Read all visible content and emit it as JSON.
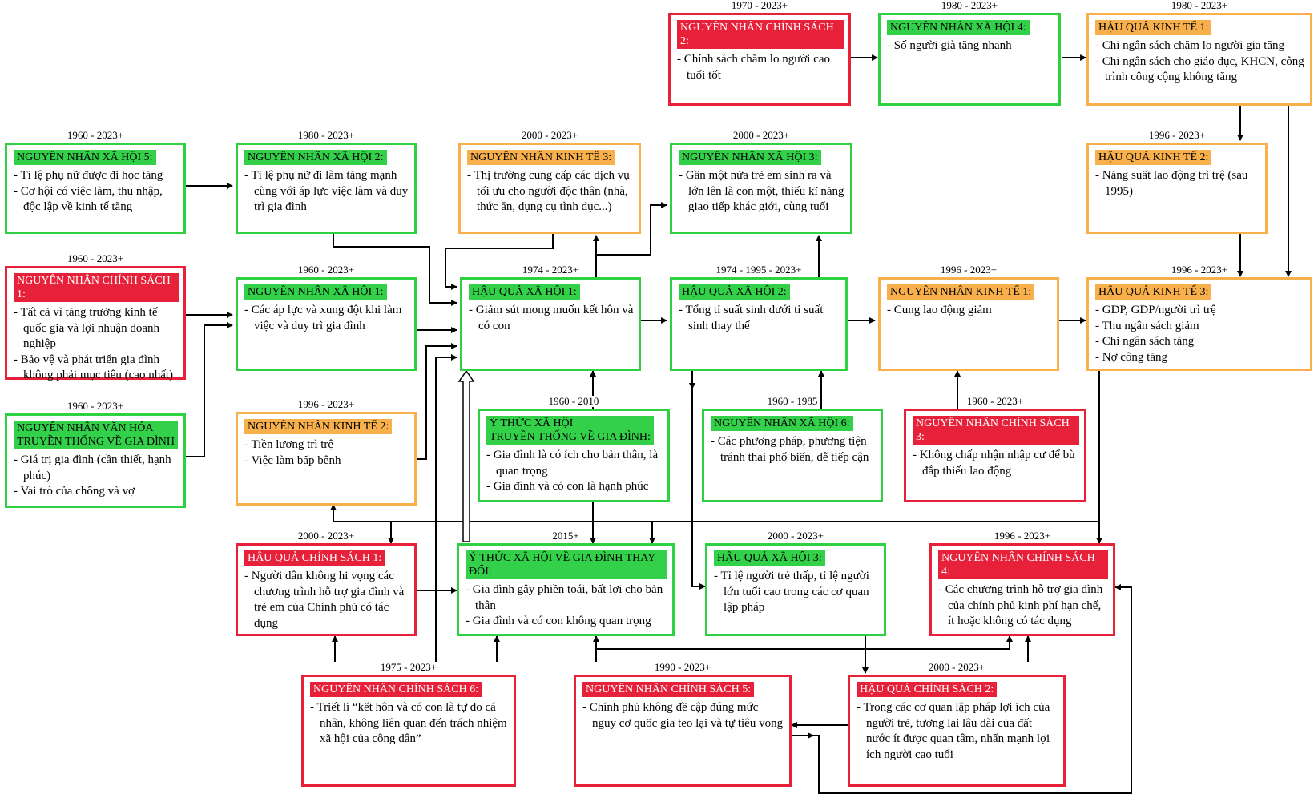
{
  "boxes": [
    {
      "id": "cs2",
      "color": "red",
      "year": "1970 - 2023+",
      "title": "NGUYÊN NHÂN CHÍNH SÁCH 2:",
      "items": [
        "Chính sách chăm lo người cao tuổi tốt"
      ]
    },
    {
      "id": "xh4",
      "color": "green",
      "year": "1980 - 2023+",
      "title": "NGUYÊN NHÂN XÃ HỘI 4:",
      "items": [
        "Số người già tăng nhanh"
      ]
    },
    {
      "id": "kt1h",
      "color": "orange",
      "year": "1980 - 2023+",
      "title": "HẬU QUẢ KINH TẾ 1:",
      "items": [
        "Chi ngân sách chăm lo người gia tăng",
        "Chi ngân sách cho giáo dục, KHCN, công trình công cộng không tăng"
      ]
    },
    {
      "id": "xh5",
      "color": "green",
      "year": "1960 - 2023+",
      "title": "NGUYÊN NHÂN XÃ HỘI 5:",
      "items": [
        "Tỉ lệ phụ nữ được đi học tăng",
        "Cơ hội có việc làm, thu nhập, độc lập về kinh tế tăng"
      ]
    },
    {
      "id": "xh2",
      "color": "green",
      "year": "1980 - 2023+",
      "title": "NGUYÊN NHÂN XÃ HỘI 2:",
      "items": [
        "Tỉ lệ phụ nữ đi làm tăng mạnh cùng với áp lực việc làm và duy trì gia đình"
      ]
    },
    {
      "id": "kt3",
      "color": "orange",
      "year": "2000 - 2023+",
      "title": "NGUYÊN NHÂN KINH TẾ 3:",
      "items": [
        "Thị trường cung cấp các dịch vụ tối ưu cho người độc thân (nhà, thức ăn, dụng cụ tình dục...)"
      ]
    },
    {
      "id": "xh3",
      "color": "green",
      "year": "2000 - 2023+",
      "title": "NGUYÊN NHÂN XÃ HỘI 3:",
      "items": [
        "Gần một nửa trẻ em sinh ra và lớn lên là con một, thiếu kĩ năng giao tiếp khác giới, cùng tuổi"
      ]
    },
    {
      "id": "kt2h",
      "color": "orange",
      "year": "1996 - 2023+",
      "title": "HẬU QUẢ KINH TẾ 2:",
      "items": [
        "Năng suất lao động trì trệ (sau 1995)"
      ]
    },
    {
      "id": "cs1",
      "color": "red",
      "year": "1960 - 2023+",
      "title": "NGUYÊN NHÂN CHÍNH SÁCH 1:",
      "items": [
        "Tất cả vì tăng trưởng kinh tế quốc gia và lợi nhuận doanh nghiệp",
        "Bảo vệ và phát triển gia đình không phải mục tiêu (cao nhất)"
      ]
    },
    {
      "id": "xh1",
      "color": "green",
      "year": "1960 - 2023+",
      "title": "NGUYÊN NHÂN XÃ HỘI 1:",
      "items": [
        "Các áp lực và xung đột khi làm việc và duy trì gia đình"
      ]
    },
    {
      "id": "hq_xh1",
      "color": "green",
      "year": "1974 - 2023+",
      "title": "HẬU QUẢ XÃ HỘI 1:",
      "items": [
        "Giảm sút mong muốn kết hôn và có con"
      ]
    },
    {
      "id": "hq_xh2",
      "color": "green",
      "year": "1974 - 1995 - 2023+",
      "title": "HẬU QUẢ XÃ HỘI 2:",
      "items": [
        "Tổng tỉ suất sinh dưới tỉ suất sinh thay thế"
      ]
    },
    {
      "id": "kt1",
      "color": "orange",
      "year": "1996 - 2023+",
      "title": "NGUYÊN NHÂN KINH TẾ 1:",
      "items": [
        "Cung lao động giảm"
      ]
    },
    {
      "id": "kt3h",
      "color": "orange",
      "year": "1996 - 2023+",
      "title": "HẬU QUẢ KINH TẾ 3:",
      "items": [
        "GDP, GDP/người trì trệ",
        "Thu ngân sách giảm",
        "Chi ngân sách tăng",
        "Nợ công tăng"
      ]
    },
    {
      "id": "vh",
      "color": "green",
      "year": "1960 - 2023+",
      "title": "NGUYÊN NHÂN VĂN HÓA\nTRUYỀN THỐNG VỀ GIA ĐÌNH",
      "items": [
        "Giá trị gia đình (cần thiết, hạnh phúc)",
        "Vai trò của chồng và vợ"
      ]
    },
    {
      "id": "kt2",
      "color": "orange",
      "year": "1996 - 2023+",
      "title": "NGUYÊN NHÂN KINH TẾ 2:",
      "items": [
        "Tiền lương trì trệ",
        "Việc làm bấp bênh"
      ]
    },
    {
      "id": "ythuc",
      "color": "green",
      "year": "1960 - 2010",
      "title": "Ý THỨC XÃ HỘI\nTRUYỀN THỐNG VỀ GIA ĐÌNH:",
      "items": [
        "Gia đình là có ích cho bản thân, là quan trọng",
        "Gia đình và có con là hạnh phúc"
      ]
    },
    {
      "id": "xh6",
      "color": "green",
      "year": "1960 - 1985",
      "title": "NGUYÊN NHÂN XÃ HỘI 6:",
      "items": [
        "Các phương pháp, phương tiện tránh thai phổ biến, dễ tiếp cận"
      ]
    },
    {
      "id": "cs3",
      "color": "red",
      "year": "1960 - 2023+",
      "title": "NGUYÊN NHÂN CHÍNH SÁCH 3:",
      "items": [
        "Không chấp nhận nhập cư để bù đắp thiếu lao động"
      ]
    },
    {
      "id": "hq_cs1",
      "color": "red",
      "year": "2000 - 2023+",
      "title": "HẬU QUẢ CHÍNH SÁCH 1:",
      "items": [
        "Người dân không hi vọng các chương trình hỗ trợ gia đình và trẻ em của Chính phủ có tác dụng"
      ]
    },
    {
      "id": "ythuc2",
      "color": "green",
      "year": "2015+",
      "title": "Ý THỨC XÃ HỘI VỀ GIA ĐÌNH THAY ĐỔI:",
      "items": [
        "Gia đình gây phiền toái, bất lợi cho bản thân",
        "Gia đình và có con không quan trọng"
      ]
    },
    {
      "id": "hq_xh3",
      "color": "green",
      "year": "2000 - 2023+",
      "title": "HẬU QUẢ XÃ HỘI 3:",
      "items": [
        "Tỉ lệ người trẻ thấp, tỉ lệ người lớn tuổi cao trong các cơ quan lập pháp"
      ]
    },
    {
      "id": "cs4",
      "color": "red",
      "year": "1996 - 2023+",
      "title": "NGUYÊN NHÂN CHÍNH SÁCH 4:",
      "items": [
        "Các chương trình hỗ trợ gia đình của chính phủ kinh phí hạn chế, ít hoặc không có tác dụng"
      ]
    },
    {
      "id": "cs6",
      "color": "red",
      "year": "1975 - 2023+",
      "title": "NGUYÊN NHÂN CHÍNH SÁCH 6:",
      "items": [
        "Triết lí “kết hôn và có con là tự do cá nhân, không liên quan đến trách nhiệm xã hội của công dân”"
      ]
    },
    {
      "id": "cs5",
      "color": "red",
      "year": "1990 - 2023+",
      "title": "NGUYÊN NHÂN CHÍNH SÁCH 5:",
      "items": [
        "Chính phủ không đề cập đúng mức nguy cơ quốc gia teo lại và tự tiêu vong"
      ]
    },
    {
      "id": "hq_cs2",
      "color": "red",
      "year": "2000 - 2023+",
      "title": "HẬU QUẢ CHÍNH SÁCH 2:",
      "items": [
        "Trong các cơ quan lập pháp lợi ích của người trẻ, tương lai lâu dài của đất nước ít được quan tâm, nhấn mạnh lợi ích  người cao tuổi"
      ]
    }
  ]
}
